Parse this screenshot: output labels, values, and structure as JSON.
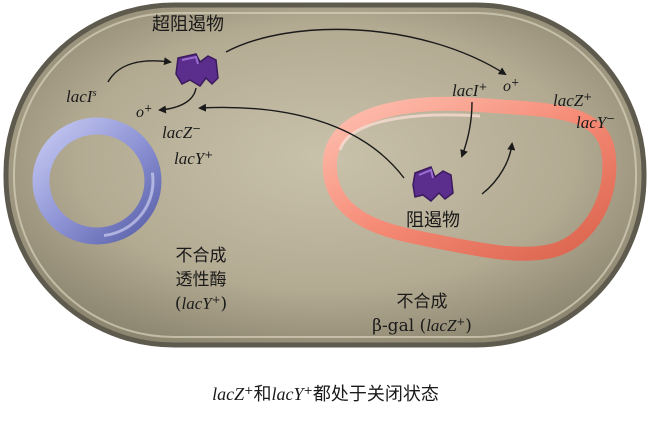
{
  "labels": {
    "super_repressor": "超阻遏物",
    "repressor": "阻遏物",
    "lacI_s": "lacI",
    "lacI_s_sup": "s",
    "o_left": "o",
    "o_left_sup": "+",
    "o_right": "o",
    "o_right_sup": "+",
    "lacZ_minus": "lacZ",
    "lacZ_minus_sup": "−",
    "lacY_plus": "lacY",
    "lacY_plus_sup": "+",
    "lacI_plus": "lacI",
    "lacI_plus_sup": "+",
    "lacZ_plus": "lacZ",
    "lacZ_plus_sup": "+",
    "lacY_minus": "lacY",
    "lacY_minus_sup": "−",
    "permease_line1": "不合成",
    "permease_line2": "透性酶",
    "permease_line3_open": "(",
    "permease_line3_gene": "lacY",
    "permease_line3_sup": "+",
    "permease_line3_close": ")",
    "bgal_line1": "不合成",
    "bgal_line2_prefix": "β-gal (",
    "bgal_line2_gene": "lacZ",
    "bgal_line2_sup": "+",
    "bgal_line2_close": ")"
  },
  "caption": {
    "gene1": "lacZ",
    "gene1_sup": "+",
    "conj": "和",
    "gene2": "lacY",
    "gene2_sup": "+",
    "rest": "都处于关闭状态"
  },
  "colors": {
    "cell_fill": "#b6ae98",
    "cell_outline": "#5e5a4e",
    "plasmid_blue": "#8a8fd0",
    "chromosome_red": "#f28b78",
    "repressor_purple": "#5b2d8c"
  }
}
